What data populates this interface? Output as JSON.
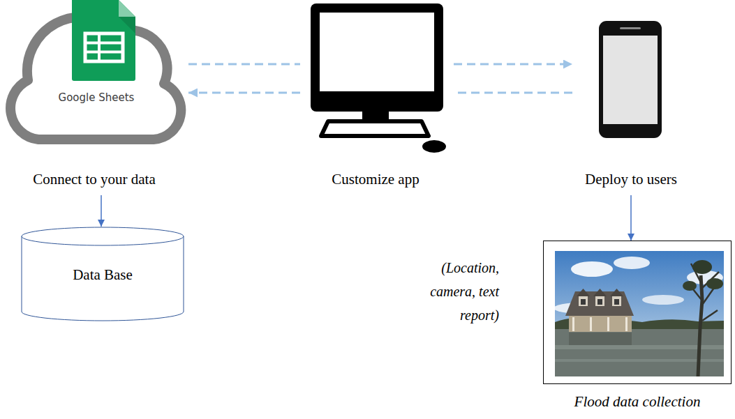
{
  "diagram": {
    "nodes": [
      {
        "text": [
          "Google Sheets",
          "Connect to your data"
        ]
      },
      {
        "text": [
          "Customize app"
        ]
      },
      {
        "text": [
          "Deploy to users"
        ]
      },
      {
        "text": [
          "Data Base"
        ]
      },
      {
        "text": [
          "(Location, camera, text report)",
          "Flood data collection"
        ]
      }
    ],
    "edges": [
      {
        "from": 0,
        "to": 1,
        "arrow": "none"
      },
      {
        "from": 1,
        "to": 2,
        "arrow": "to"
      },
      {
        "from": 2,
        "to": 1,
        "arrow": "none"
      },
      {
        "from": 1,
        "to": 0,
        "arrow": "to"
      },
      {
        "from": 0,
        "to": 3,
        "arrow": "to"
      },
      {
        "from": 2,
        "to": 4,
        "arrow": "to"
      }
    ]
  }
}
